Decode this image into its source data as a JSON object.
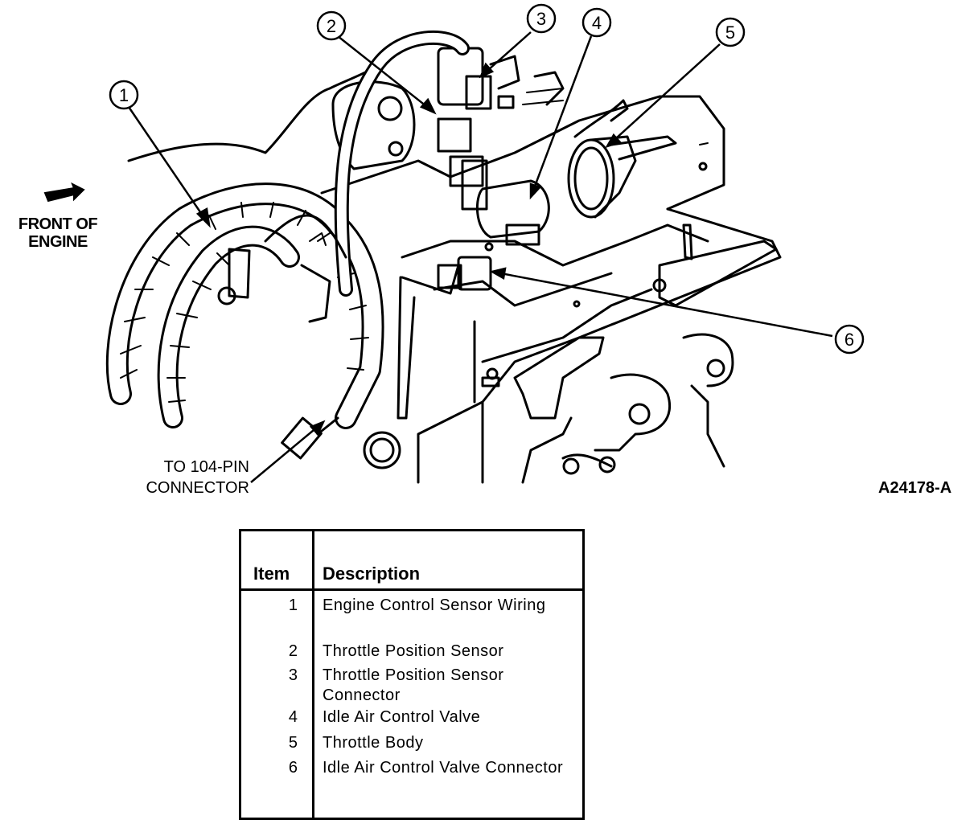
{
  "labels": {
    "front_line1": "FRONT OF",
    "front_line2": "ENGINE",
    "connector_line1": "TO 104-PIN",
    "connector_line2": "CONNECTOR",
    "figure_id": "A24178-A"
  },
  "callouts": [
    "1",
    "2",
    "3",
    "4",
    "5",
    "6"
  ],
  "legend": {
    "header_item": "Item",
    "header_description": "Description",
    "rows": [
      {
        "item": "1",
        "description": "Engine Control Sensor Wiring"
      },
      {
        "item": "2",
        "description": "Throttle Position Sensor"
      },
      {
        "item": "3",
        "description": "Throttle Position Sensor Connector"
      },
      {
        "item": "4",
        "description": "Idle Air Control Valve"
      },
      {
        "item": "5",
        "description": "Throttle Body"
      },
      {
        "item": "6",
        "description": "Idle Air Control Valve Connector"
      }
    ]
  }
}
